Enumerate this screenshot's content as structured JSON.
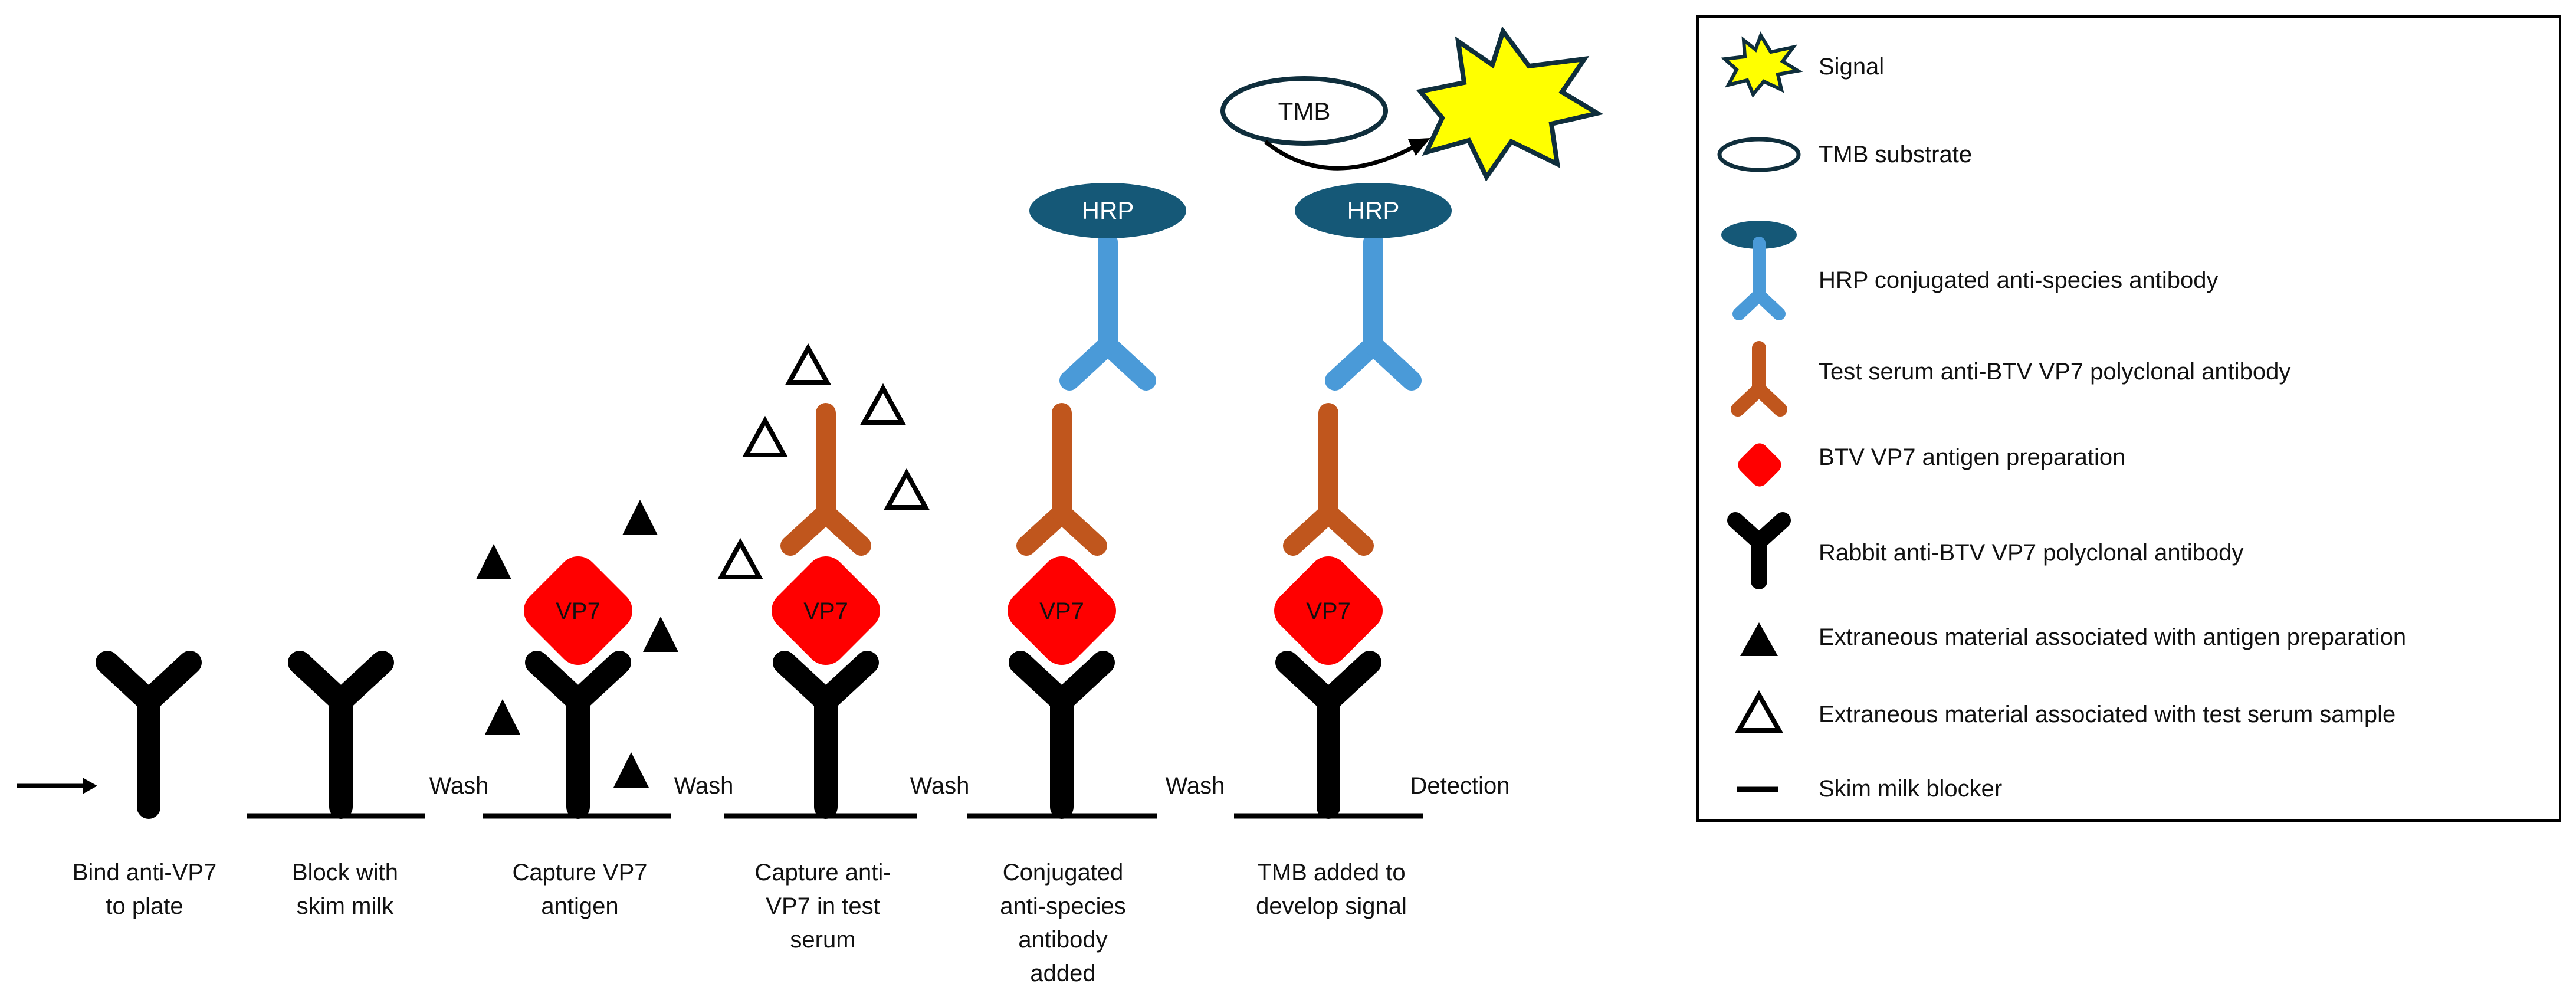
{
  "colors": {
    "rabbit_antibody": "#000000",
    "test_serum_antibody": "#c0561d",
    "conjugated_antibody": "#4a9ad8",
    "hrp": "#155877",
    "antigen": "#ff0000",
    "signal_fill": "#ffff00",
    "tmb_outline": "#0f2e3c"
  },
  "steps": [
    {
      "lines": [
        "Bind anti-VP7",
        "to plate"
      ]
    },
    {
      "lines": [
        "Block with",
        "skim milk"
      ]
    },
    {
      "lines": [
        "Capture VP7",
        "antigen"
      ]
    },
    {
      "lines": [
        "Capture anti-",
        "VP7 in test",
        "serum"
      ]
    },
    {
      "lines": [
        "Conjugated",
        "anti-species",
        "antibody",
        "added"
      ]
    },
    {
      "lines": [
        "TMB added to",
        "develop signal"
      ]
    }
  ],
  "wash_labels": [
    "Wash",
    "Wash",
    "Wash",
    "Wash"
  ],
  "detection_label": "Detection",
  "antigen_label": "VP7",
  "hrp_label": "HRP",
  "tmb_label": "TMB",
  "legend": {
    "items": [
      {
        "icon": "signal-burst-icon",
        "label": "Signal"
      },
      {
        "icon": "tmb-ellipse-icon",
        "label": "TMB substrate"
      },
      {
        "icon": "hrp-conjugated-antibody-icon",
        "label": "HRP conjugated anti-species antibody"
      },
      {
        "icon": "test-serum-antibody-icon",
        "label": "Test serum anti-BTV VP7 polyclonal antibody"
      },
      {
        "icon": "antigen-diamond-icon",
        "label": "BTV VP7 antigen preparation"
      },
      {
        "icon": "rabbit-antibody-icon",
        "label": "Rabbit anti-BTV VP7 polyclonal antibody"
      },
      {
        "icon": "filled-triangle-icon",
        "label": "Extraneous material associated with antigen preparation"
      },
      {
        "icon": "open-triangle-icon",
        "label": "Extraneous material associated with test serum sample"
      },
      {
        "icon": "blocker-bar-icon",
        "label": "Skim milk blocker"
      }
    ]
  }
}
